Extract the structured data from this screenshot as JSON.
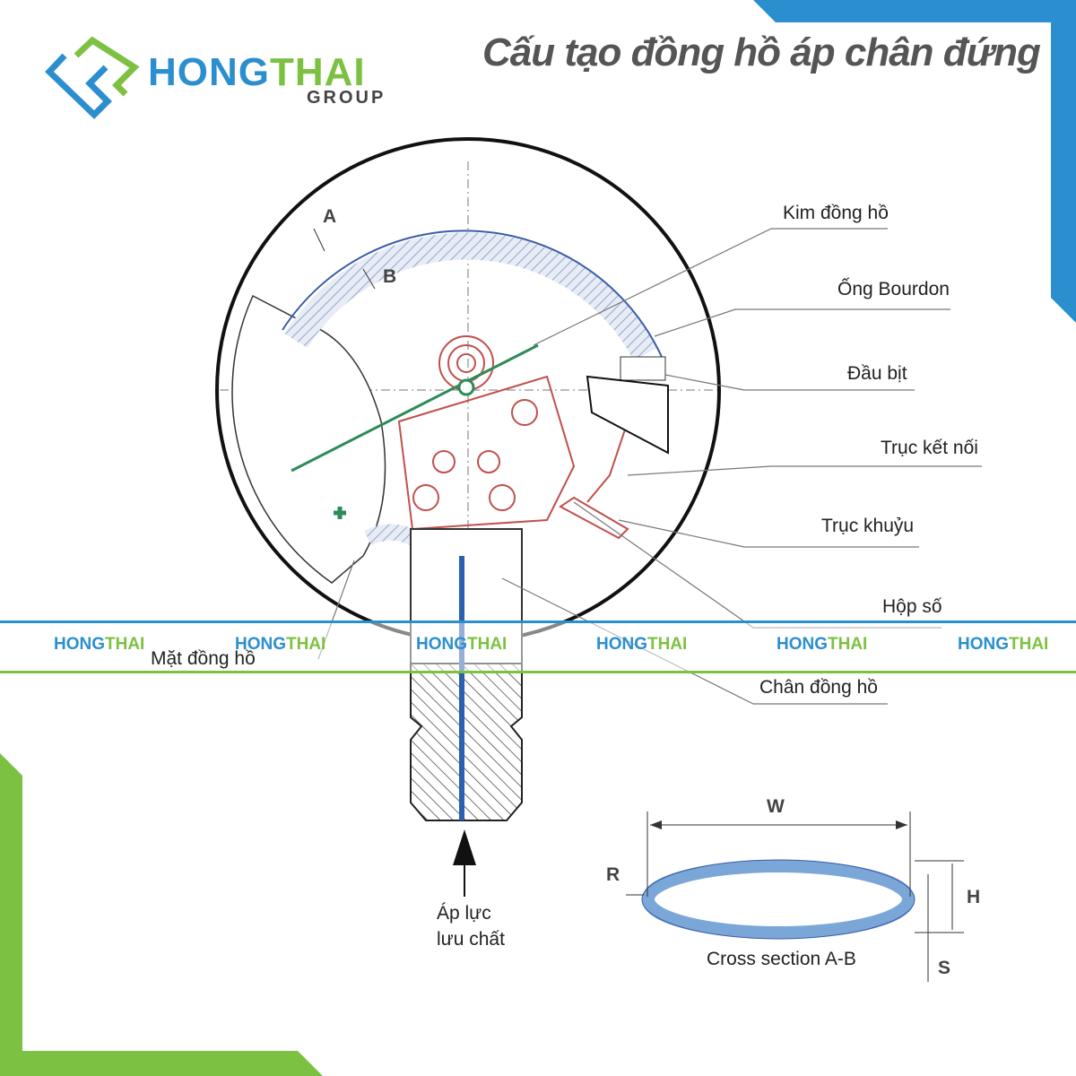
{
  "title": "Cấu tạo đồng hồ áp chân đứng",
  "logo": {
    "name_part1": "HONG",
    "name_part2": "THAI",
    "sub": "GROUP"
  },
  "watermark": {
    "part1": "HONG",
    "part2": "THAI"
  },
  "labels": {
    "pointer": "Kim đồng hồ",
    "bourdon": "Ống Bourdon",
    "tip": "Đầu bịt",
    "link": "Trục kết nối",
    "crank": "Trục khuỷu",
    "gearbox": "Hộp số",
    "dial": "Mặt đồng hồ",
    "socket": "Chân đồng hồ",
    "pressure_line1": "Áp lực",
    "pressure_line2": "lưu chất",
    "cross_section": "Cross section A-B",
    "A": "A",
    "B": "B",
    "W": "W",
    "R": "R",
    "H": "H",
    "S": "S"
  },
  "colors": {
    "blue": "#2b8fcf",
    "green": "#7dc142",
    "tube": "#9bb5e0",
    "mech": "#c0504d"
  }
}
